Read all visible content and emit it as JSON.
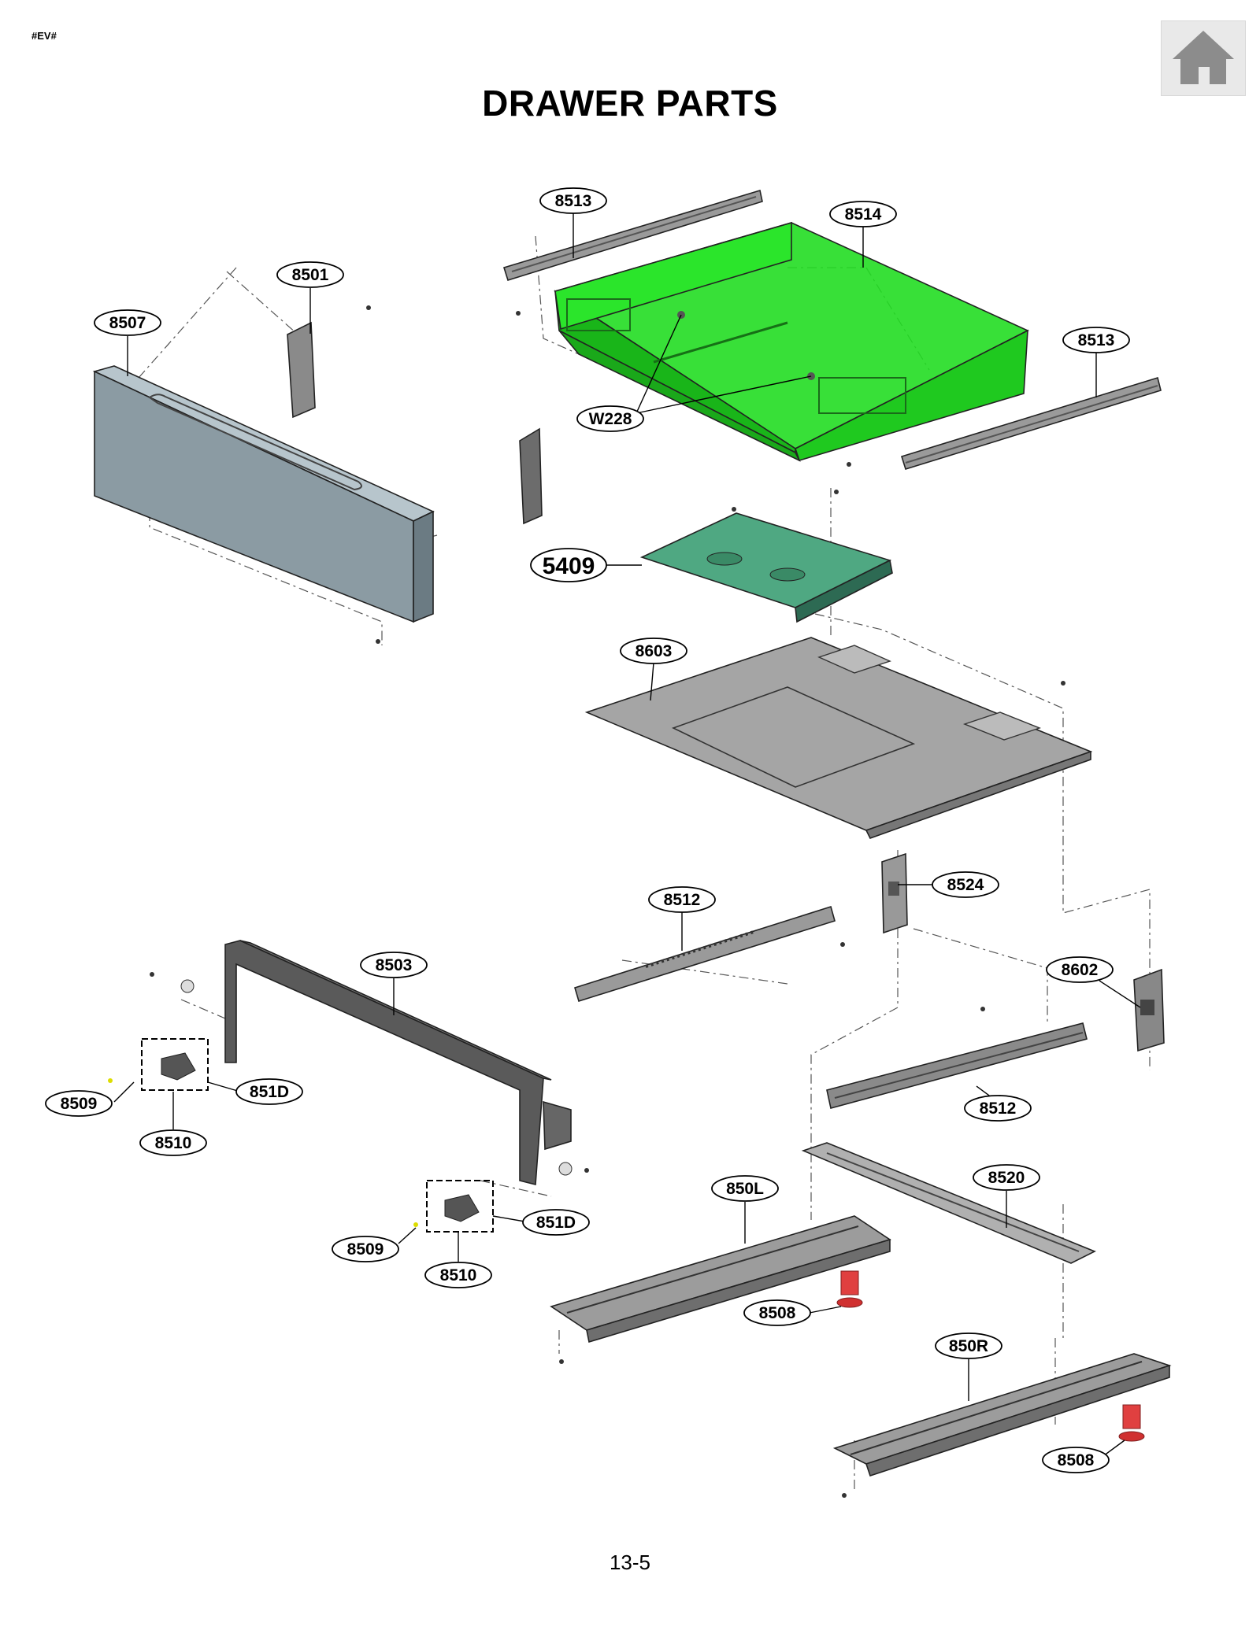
{
  "header": {
    "marker": "#EV#",
    "title": "DRAWER PARTS"
  },
  "nav": {
    "home_icon": "home-icon",
    "home_color": "#8c8c8c"
  },
  "colors": {
    "drawer_highlight": "#22dd22",
    "tray": "#4fa882",
    "front_panel": "#8b9ba3",
    "metal": "#8a8a8a",
    "red_part": "#e04040"
  },
  "labels": {
    "l8513a": "8513",
    "l8514": "8514",
    "l8501": "8501",
    "l8507": "8507",
    "l8513b": "8513",
    "lW228": "W228",
    "l5409": "5409",
    "l8603": "8603",
    "l8524": "8524",
    "l8512a": "8512",
    "l8503": "8503",
    "l8602": "8602",
    "l8509a": "8509",
    "l851Da": "851D",
    "l8510a": "8510",
    "l8512b": "8512",
    "l8520": "8520",
    "l850L": "850L",
    "l851Db": "851D",
    "l8509b": "8509",
    "l8510b": "8510",
    "l8508a": "8508",
    "l850R": "850R",
    "l8508b": "8508"
  },
  "footer": {
    "page_number": "13-5"
  }
}
